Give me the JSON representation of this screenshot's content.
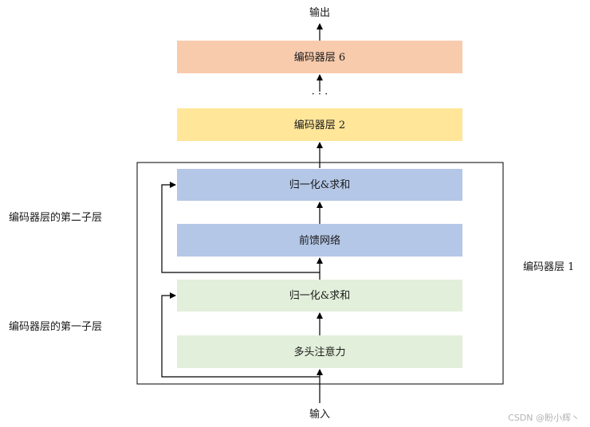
{
  "output_label": "输出",
  "input_label": "输入",
  "ellipsis": "· · ·",
  "top_layers": [
    {
      "label": "编码器层 6",
      "color": "#f8cbad"
    },
    {
      "label": "编码器层 2",
      "color": "#ffe699"
    }
  ],
  "encoder_layer_1": {
    "label": "编码器层 1",
    "second_sublayer": {
      "label": "编码器层的第二子层",
      "norm_label": "归一化&求和",
      "block_label": "前馈网络",
      "color": "#b4c7e7"
    },
    "first_sublayer": {
      "label": "编码器层的第一子层",
      "norm_label": "归一化&求和",
      "block_label": "多头注意力",
      "color": "#e2efda"
    }
  },
  "watermark": "CSDN @盼小辉丶"
}
